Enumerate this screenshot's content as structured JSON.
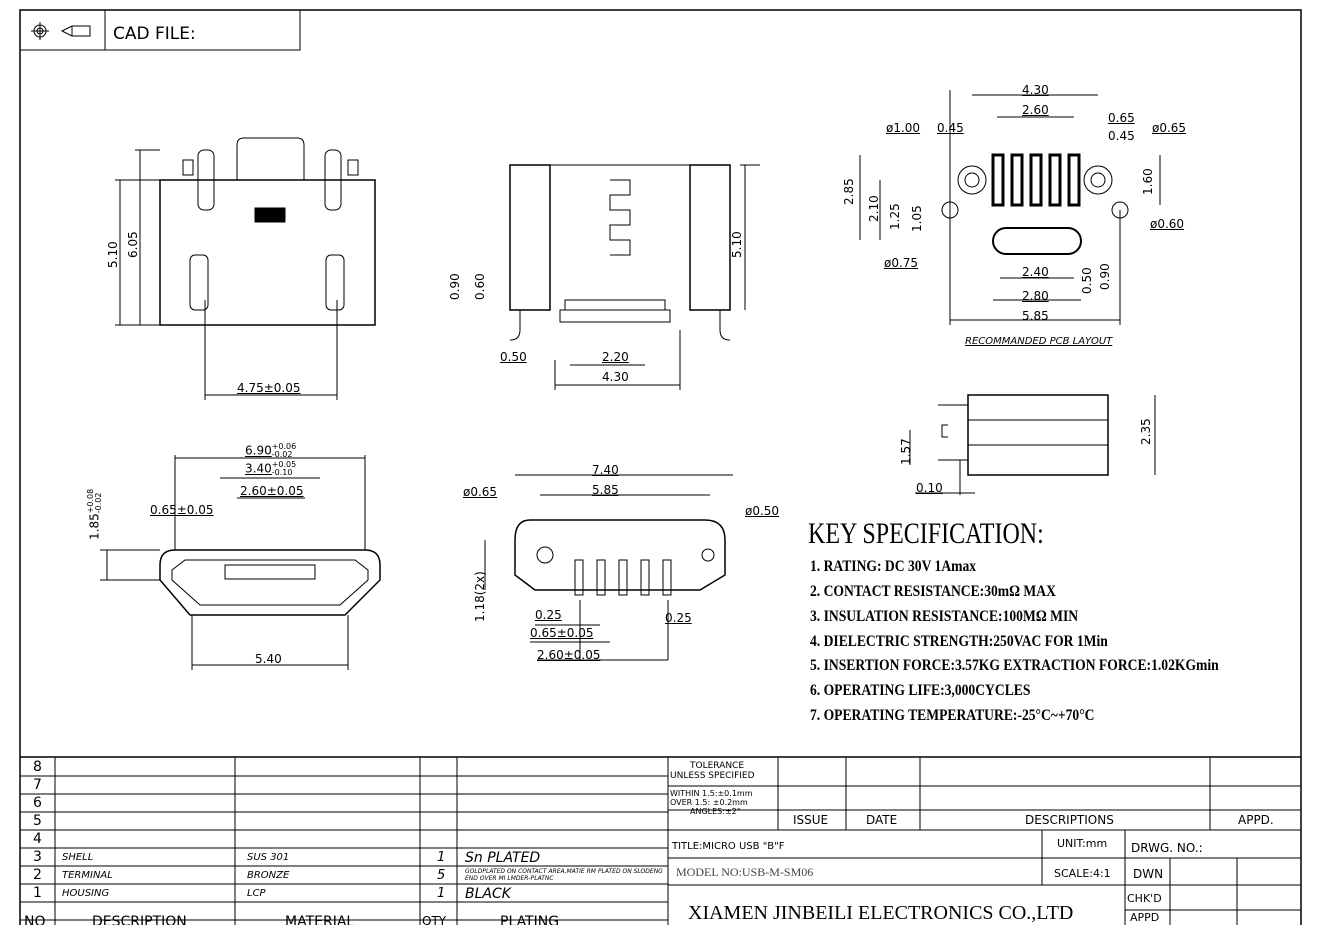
{
  "header": {
    "cad_file_label": "CAD FILE:",
    "projection_icon": "first-angle-projection-icon"
  },
  "views": {
    "front": {
      "h1": "5.10",
      "h2": "6.05",
      "width": "4.75±0.05"
    },
    "side": {
      "d1": "0.90",
      "d2": "0.60",
      "height": "5.10",
      "d3": "0.50",
      "d4": "2.20",
      "d5": "4.30"
    },
    "pcb": {
      "w1": "4.30",
      "w2": "2.60",
      "p1": "0.65",
      "p2": "0.45",
      "dia1": "ø1.00",
      "p3": "0.45",
      "dia2": "ø0.65",
      "h1": "2.85",
      "h2": "2.10",
      "h3": "1.25",
      "h4": "1.05",
      "h5": "1.60",
      "dia3": "ø0.60",
      "dia4": "ø0.75",
      "w3": "2.40",
      "w4": "2.80",
      "h6": "0.50",
      "h7": "0.90",
      "w5": "5.85",
      "caption": "RECOMMANDED PCB LAYOUT"
    },
    "profile": {
      "h": "2.35",
      "h2": "1.57",
      "w": "0.10"
    },
    "mating": {
      "w1": "6.90",
      "w1_tol_plus": "+0.06",
      "w1_tol_minus": "-0.02",
      "w2": "3.40",
      "w2_tol_plus": "+0.05",
      "w2_tol_minus": "-0.10",
      "w3": "2.60±0.05",
      "w4": "0.65±0.05",
      "h1": "1.85",
      "h1_tol_plus": "+0.08",
      "h1_tol_minus": "-0.02",
      "w5": "5.40"
    },
    "bottom": {
      "w1": "7.40",
      "w2": "5.85",
      "dia1": "ø0.65",
      "dia2": "ø0.50",
      "h1": "1.18(2x)",
      "p1": "0.25",
      "p2": "0.25",
      "p3": "0.65±0.05",
      "p4": "2.60±0.05"
    }
  },
  "key_spec": {
    "title": "KEY SPECIFICATION:",
    "items": [
      "1. RATING: DC 30V  1Amax",
      "2. CONTACT RESISTANCE:30mΩ MAX",
      "3. INSULATION RESISTANCE:100MΩ MIN",
      "4. DIELECTRIC STRENGTH:250VAC FOR 1Min",
      "5. INSERTION FORCE:3.57KG EXTRACTION FORCE:1.02KGmin",
      "6. OPERATING LIFE:3,000CYCLES",
      "7. OPERATING TEMPERATURE:-25°C~+70°C"
    ]
  },
  "bom": {
    "rows": [
      {
        "no": "8",
        "desc": "",
        "material": "",
        "qty": "",
        "plating": ""
      },
      {
        "no": "7",
        "desc": "",
        "material": "",
        "qty": "",
        "plating": ""
      },
      {
        "no": "6",
        "desc": "",
        "material": "",
        "qty": "",
        "plating": ""
      },
      {
        "no": "5",
        "desc": "",
        "material": "",
        "qty": "",
        "plating": ""
      },
      {
        "no": "4",
        "desc": "",
        "material": "",
        "qty": "",
        "plating": ""
      },
      {
        "no": "3",
        "desc": "SHELL",
        "material": "SUS 301",
        "qty": "1",
        "plating": "Sn PLATED"
      },
      {
        "no": "2",
        "desc": "TERMINAL",
        "material": "BRONZE",
        "qty": "5",
        "plating": "GOLDPLATED ON CONTACT AREA,MATIE RM PLATED ON SLODENG END OVER MI LMDER-PLATNC"
      },
      {
        "no": "1",
        "desc": "HOUSING",
        "material": "LCP",
        "qty": "1",
        "plating": "BLACK"
      }
    ],
    "headers": {
      "no": "NO",
      "desc": "DESCRIPTION",
      "material": "MATERIAL",
      "qty": "QTY",
      "plating": "PLATING"
    }
  },
  "title_block": {
    "tolerance_1": "TOLERANCE",
    "tolerance_2": "UNLESS SPECIFIED",
    "tol_within": "WITHIN 1.5:±0.1mm",
    "tol_over": "OVER 1.5: ±0.2mm",
    "tol_angles": "ANGLES:±2°",
    "issue": "ISSUE",
    "date": "DATE",
    "descriptions": "DESCRIPTIONS",
    "appd": "APPD.",
    "title": "TITLE:MICRO USB \"B\"F",
    "unit": "UNIT:mm",
    "drwg_no": "DRWG. NO.:",
    "model": "MODEL NO:USB-M-SM06",
    "scale": "SCALE:4:1",
    "dwn": "DWN",
    "chkd": "CHK'D",
    "appd2": "APPD",
    "company": "XIAMEN JINBEILI ELECTRONICS CO.,LTD"
  }
}
